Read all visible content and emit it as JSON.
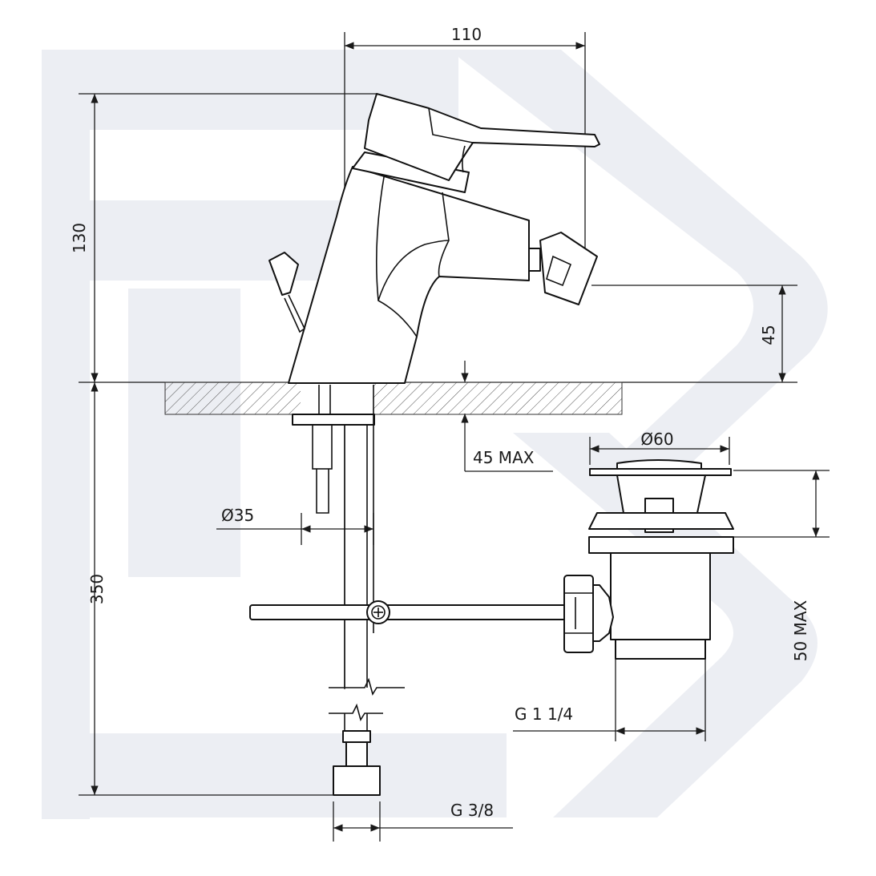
{
  "dimensions": {
    "width_top": "110",
    "height_upper": "130",
    "spout_height": "45",
    "deck_max": "45 MAX",
    "hole_diameter": "Ø35",
    "height_lower": "350",
    "waste_diameter": "Ø60",
    "waste_max": "50 MAX",
    "waste_thread": "G 1 1/4",
    "inlet_thread": "G 3/8"
  },
  "colors": {
    "line": "#1a1a1a",
    "watermark": "#eceef3"
  }
}
